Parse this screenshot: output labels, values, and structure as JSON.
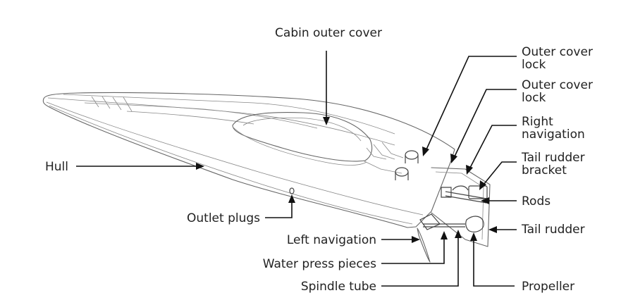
{
  "labels": {
    "cabin_outer_cover": "Cabin outer cover",
    "outer_cover_lock_1_l1": "Outer cover",
    "outer_cover_lock_1_l2": "lock",
    "outer_cover_lock_2_l1": "Outer cover",
    "outer_cover_lock_2_l2": "lock",
    "right_navigation_l1": "Right",
    "right_navigation_l2": "navigation",
    "tail_rudder_bracket_l1": "Tail rudder",
    "tail_rudder_bracket_l2": "bracket",
    "rods": "Rods",
    "tail_rudder": "Tail rudder",
    "hull": "Hull",
    "outlet_plugs": "Outlet plugs",
    "left_navigation": "Left navigation",
    "water_press_pieces": "Water press pieces",
    "spindle_tube": "Spindle tube",
    "propeller": "Propeller"
  }
}
